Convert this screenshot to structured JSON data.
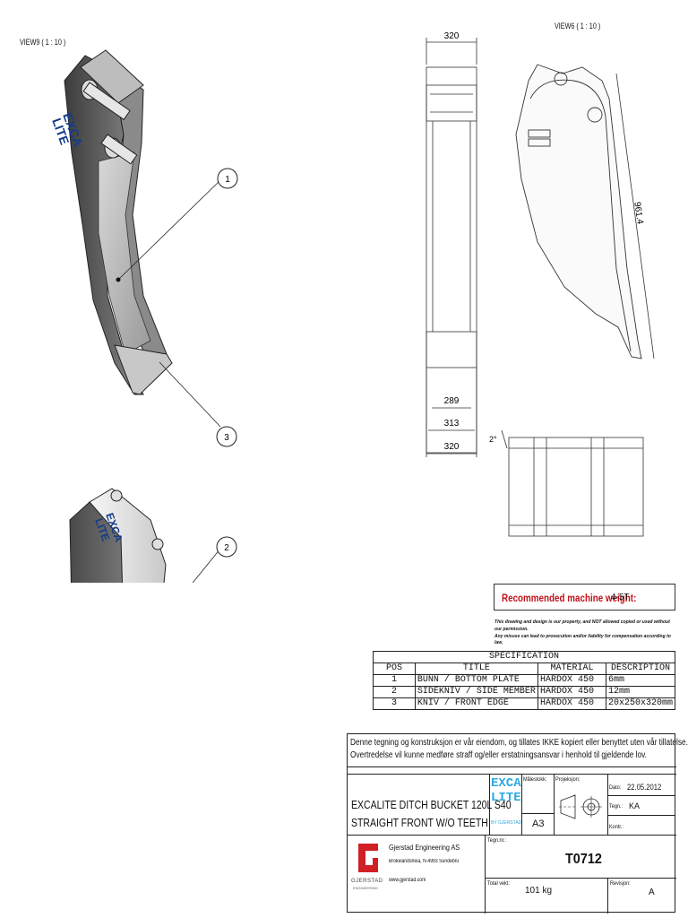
{
  "views": {
    "view9_label": "VIEW9 ( 1 : 10 )",
    "view6_label": "VIEW6 ( 1 : 10 )"
  },
  "balloons": [
    "1",
    "3",
    "2"
  ],
  "dimensions": {
    "top_width": "320",
    "bottom_289": "289",
    "bottom_313": "313",
    "bottom_320": "320",
    "height": "961.4",
    "angle": "2°"
  },
  "logo_text": [
    "EXCA",
    "LITE"
  ],
  "weight": {
    "label": "Recommended machine weight:",
    "value": "4-5T"
  },
  "property_note": {
    "line1": "This drawing and design is our property, and NOT allowed copied or used without our permission.",
    "line2": "Any misuse can lead to prosecution and/or liability for compensation according to law."
  },
  "spec": {
    "heading": "SPECIFICATION",
    "columns": [
      "POS",
      "TITLE",
      "MATERIAL",
      "DESCRIPTION"
    ],
    "rows": [
      {
        "pos": "1",
        "title": "BUNN / BOTTOM PLATE",
        "material": "HARDOX 450",
        "description": "6mm"
      },
      {
        "pos": "2",
        "title": "SIDEKNIV / SIDE MEMBER",
        "material": "HARDOX 450",
        "description": "12mm"
      },
      {
        "pos": "3",
        "title": "KNIV / FRONT EDGE",
        "material": "HARDOX 450",
        "description": "20x250x320mm"
      }
    ]
  },
  "title_block": {
    "notice_line1": "Denne tegning og konstruksjon er vår eiendom, og tillates IKKE kopiert eller benyttet uten vår tillatelse.",
    "notice_line2": "Overtredelse vil kunne medføre straff og/eller erstatningsansvar i henhold til gjeldende lov.",
    "title_line1": "EXCALITE DITCH BUCKET 120L S40",
    "title_line2": "STRAIGHT FRONT W/O TEETH",
    "logo_line1": "EXCA",
    "logo_line2": "LITE",
    "logo_sub": "BY GJERSTAD",
    "scale_label": "Målestokk:",
    "paper_size": "A3",
    "projection_label": "Projeksjon:",
    "date_label": "Dato:",
    "date_value": "22.05.2012",
    "drawn_label": "Tegn.:",
    "drawn_value": "KA",
    "check_label": "Kontr.:",
    "check_value": "",
    "company_name": "Gjerstad Engineering AS",
    "company_address": "Brokelandsheia, N-4993 Sundebru",
    "company_web": "www.gjerstad.com",
    "company_logo_text": "GJERSTAD",
    "company_logo_sub": "ENGINEERING",
    "drawing_no_label": "Tegn.nr.:",
    "drawing_no": "T0712",
    "total_weight_label": "Total vekt:",
    "total_weight": "101 kg",
    "revision_label": "Revisjon:",
    "revision": "A"
  }
}
